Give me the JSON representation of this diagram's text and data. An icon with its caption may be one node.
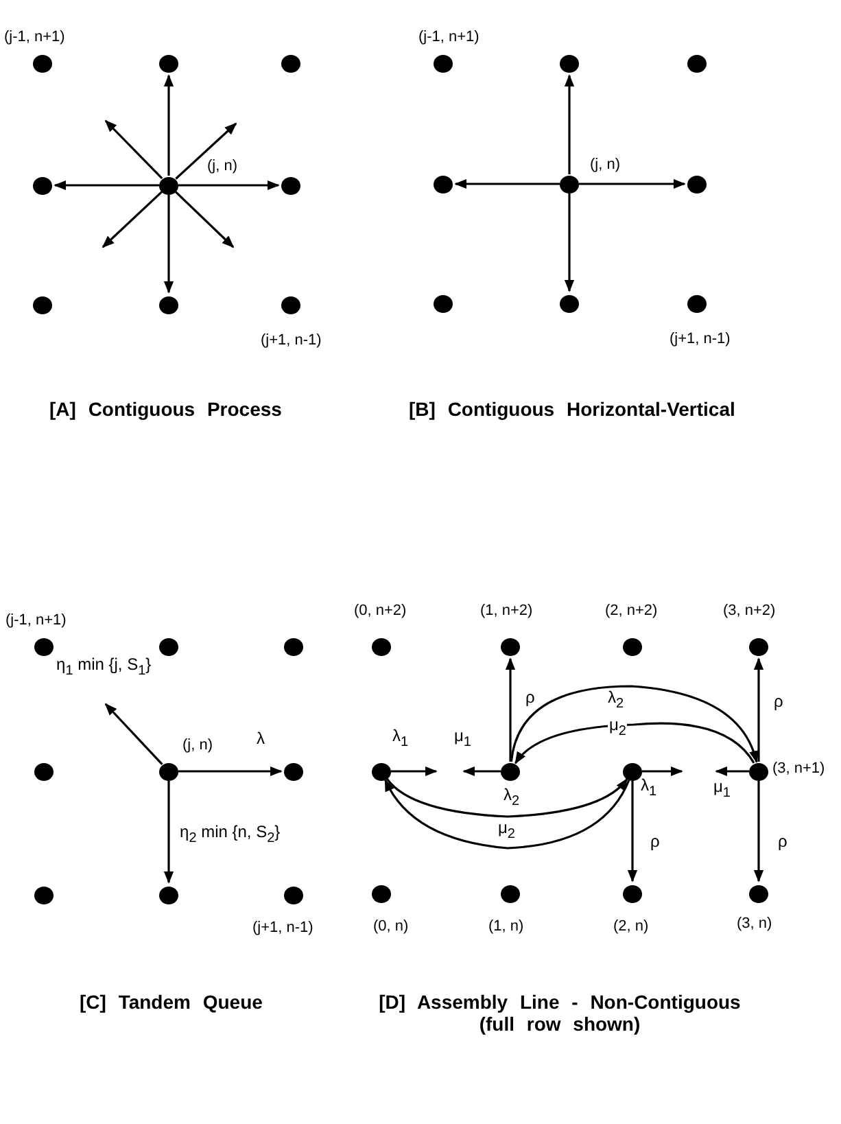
{
  "diagram": {
    "nodes": [
      {
        "text": [],
        "shape": "circle",
        "beside": [
          "(j-1, n+1)"
        ]
      },
      {
        "text": [],
        "shape": "circle"
      },
      {
        "text": [],
        "shape": "circle"
      },
      {
        "text": [],
        "shape": "circle"
      },
      {
        "text": [],
        "shape": "circle",
        "beside": [
          "(j, n)"
        ]
      },
      {
        "text": [],
        "shape": "circle"
      },
      {
        "text": [],
        "shape": "circle"
      },
      {
        "text": [],
        "shape": "circle"
      },
      {
        "text": [],
        "shape": "circle",
        "beside": [
          "(j+1, n-1)"
        ]
      },
      {
        "text": [],
        "shape": "circle",
        "beside": [
          "(j-1, n+1)"
        ]
      },
      {
        "text": [],
        "shape": "circle"
      },
      {
        "text": [],
        "shape": "circle"
      },
      {
        "text": [],
        "shape": "circle"
      },
      {
        "text": [],
        "shape": "circle",
        "beside": [
          "(j, n)"
        ]
      },
      {
        "text": [],
        "shape": "circle"
      },
      {
        "text": [],
        "shape": "circle"
      },
      {
        "text": [],
        "shape": "circle"
      },
      {
        "text": [],
        "shape": "circle",
        "beside": [
          "(j+1, n-1)"
        ]
      },
      {
        "text": [],
        "shape": "circle",
        "beside": [
          "(j-1, n+1)"
        ]
      },
      {
        "text": [],
        "shape": "circle"
      },
      {
        "text": [],
        "shape": "circle"
      },
      {
        "text": [],
        "shape": "circle"
      },
      {
        "text": [],
        "shape": "circle",
        "beside": [
          "(j, n)"
        ]
      },
      {
        "text": [],
        "shape": "circle"
      },
      {
        "text": [],
        "shape": "circle"
      },
      {
        "text": [],
        "shape": "circle"
      },
      {
        "text": [],
        "shape": "circle",
        "beside": [
          "(j+1, n-1)"
        ]
      },
      {
        "text": [],
        "shape": "circle",
        "beside": [
          "(0, n+2)"
        ]
      },
      {
        "text": [],
        "shape": "circle",
        "beside": [
          "(1, n+2)"
        ]
      },
      {
        "text": [],
        "shape": "circle",
        "beside": [
          "(2, n+2)"
        ]
      },
      {
        "text": [],
        "shape": "circle",
        "beside": [
          "(3, n+2)"
        ]
      },
      {
        "text": [],
        "shape": "circle"
      },
      {
        "text": [],
        "shape": "circle"
      },
      {
        "text": [],
        "shape": "circle"
      },
      {
        "text": [],
        "shape": "circle",
        "beside": [
          "(3, n+1)"
        ]
      },
      {
        "text": [],
        "shape": "circle",
        "beside": [
          "(0, n)"
        ]
      },
      {
        "text": [],
        "shape": "circle",
        "beside": [
          "(1, n)"
        ]
      },
      {
        "text": [],
        "shape": "circle",
        "beside": [
          "(2, n)"
        ]
      },
      {
        "text": [],
        "shape": "circle",
        "beside": [
          "(3, n)"
        ]
      }
    ],
    "edges": [
      {
        "from": 4,
        "to": 1,
        "arrow": "to"
      },
      {
        "from": 4,
        "to": 5,
        "arrow": "to"
      },
      {
        "from": 4,
        "to": 7,
        "arrow": "to"
      },
      {
        "from": 4,
        "to": 3,
        "arrow": "to"
      },
      {
        "from": 4,
        "to": null,
        "arrow": "to"
      },
      {
        "from": 4,
        "to": null,
        "arrow": "to"
      },
      {
        "from": 4,
        "to": null,
        "arrow": "to"
      },
      {
        "from": 4,
        "to": null,
        "arrow": "to"
      },
      {
        "from": 13,
        "to": 10,
        "arrow": "to"
      },
      {
        "from": 13,
        "to": 14,
        "arrow": "to"
      },
      {
        "from": 13,
        "to": 16,
        "arrow": "to"
      },
      {
        "from": 13,
        "to": 12,
        "arrow": "to"
      },
      {
        "from": 22,
        "to": null,
        "arrow": "to",
        "label": "η$_{1}$ min {j, S$_{1}$}"
      },
      {
        "from": 22,
        "to": 23,
        "arrow": "to",
        "label": "λ"
      },
      {
        "from": 22,
        "to": 25,
        "arrow": "to",
        "label": "η$_{2}$ min {n, S$_{2}$}"
      },
      {
        "from": 31,
        "to": null,
        "arrow": "to",
        "label": "λ$_{1}$"
      },
      {
        "from": 32,
        "to": null,
        "arrow": "to",
        "label": "μ$_{1}$"
      },
      {
        "from": 32,
        "to": 28,
        "arrow": "to",
        "label": "ρ"
      },
      {
        "from": 32,
        "to": 34,
        "arrow": "to",
        "label": "λ$_{2}$"
      },
      {
        "from": 34,
        "to": 32,
        "arrow": "to",
        "label": "μ$_{2}$"
      },
      {
        "from": 31,
        "to": 33,
        "arrow": "to",
        "label": "λ$_{2}$"
      },
      {
        "from": 33,
        "to": 31,
        "arrow": "to",
        "label": "μ$_{2}$"
      },
      {
        "from": 33,
        "to": null,
        "arrow": "to",
        "label": "λ$_{1}$"
      },
      {
        "from": 33,
        "to": 37,
        "arrow": "to",
        "label": "ρ"
      },
      {
        "from": 34,
        "to": null,
        "arrow": "to",
        "label": "μ$_{1}$"
      },
      {
        "from": 34,
        "to": 30,
        "arrow": "to",
        "label": "ρ"
      },
      {
        "from": 34,
        "to": 38,
        "arrow": "to",
        "label": "ρ"
      }
    ],
    "labels": [
      "[A] Contiguous Process",
      "[B] Contiguous Horizontal-Vertical",
      "[C] Tandem Queue",
      "[D] Assembly Line - Non-Contiguous (full row shown)"
    ]
  }
}
